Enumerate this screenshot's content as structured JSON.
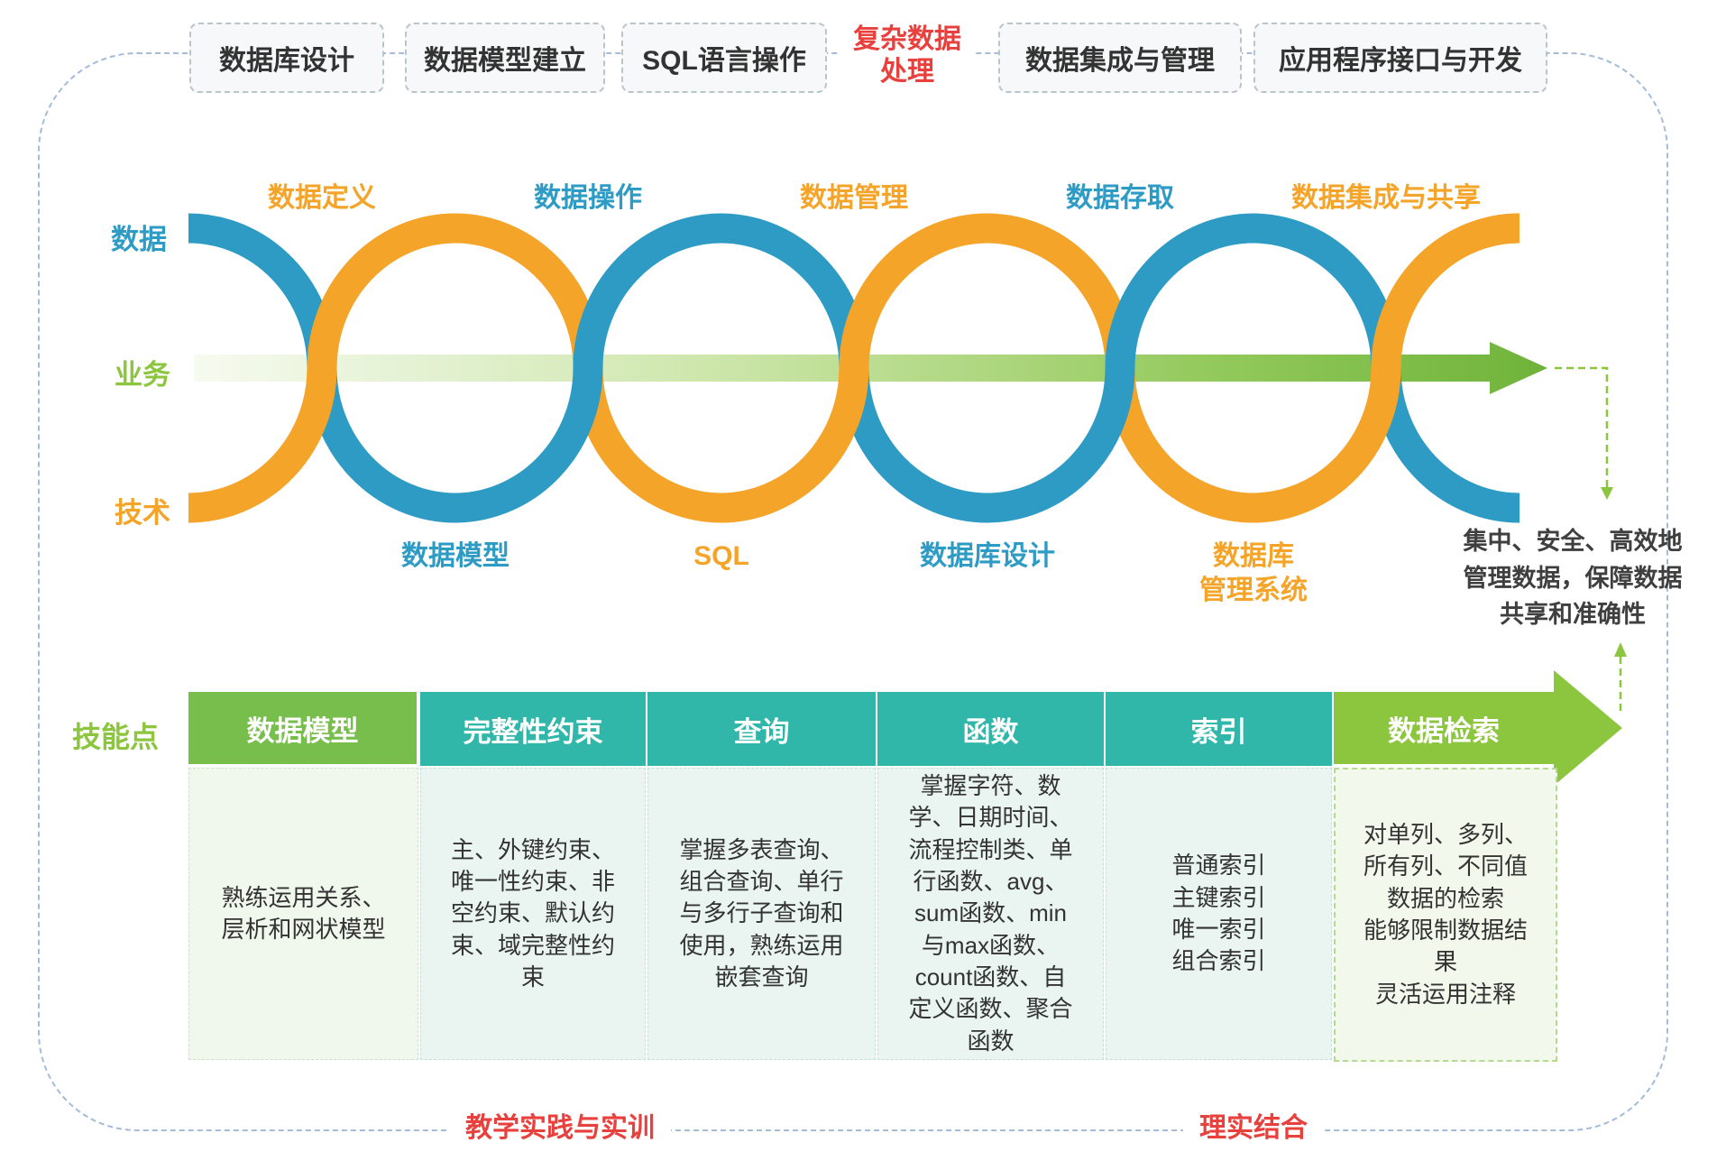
{
  "top_row": {
    "boxes": [
      "数据库设计",
      "数据模型建立",
      "SQL语言操作",
      "数据集成与管理",
      "应用程序接口与开发"
    ],
    "highlight": "复杂数据\n处理"
  },
  "chain": {
    "side_labels": {
      "data": "数据",
      "business": "业务",
      "tech": "技术"
    },
    "top_labels": [
      "数据定义",
      "数据操作",
      "数据管理",
      "数据存取",
      "数据集成与共享"
    ],
    "bottom_labels": [
      "数据模型",
      "SQL",
      "数据库设计",
      "数据库\n管理系统"
    ],
    "result_note": "集中、安全、高效地\n管理数据，保障数据\n共享和准确性"
  },
  "skills": {
    "row_label": "技能点",
    "columns": [
      {
        "header": "数据模型",
        "body": "熟练运用关系、\n层析和网状模型"
      },
      {
        "header": "完整性约束",
        "body": "主、外键约束、\n唯一性约束、非\n空约束、默认约\n束、域完整性约\n束"
      },
      {
        "header": "查询",
        "body": "掌握多表查询、\n组合查询、单行\n与多行子查询和\n使用，熟练运用\n嵌套查询"
      },
      {
        "header": "函数",
        "body": "掌握字符、数\n学、日期时间、\n流程控制类、单\n行函数、avg、\nsum函数、min\n与max函数、\ncount函数、自\n定义函数、聚合\n函数"
      },
      {
        "header": "索引",
        "body": "普通索引\n主键索引\n唯一索引\n组合索引"
      },
      {
        "header": "数据检索",
        "body": "对单列、多列、\n所有列、不同值\n数据的检索\n能够限制数据结\n果\n灵活运用注释"
      }
    ]
  },
  "footer": {
    "left": "教学实践与实训",
    "right": "理实结合"
  },
  "colors": {
    "blue": "#2e9bc5",
    "orange": "#f5a42a",
    "green": "#8cc63e",
    "teal": "#31b7aa",
    "header_green": "#78be4c",
    "red": "#e8413d",
    "frame_dash": "#a5bbda"
  }
}
